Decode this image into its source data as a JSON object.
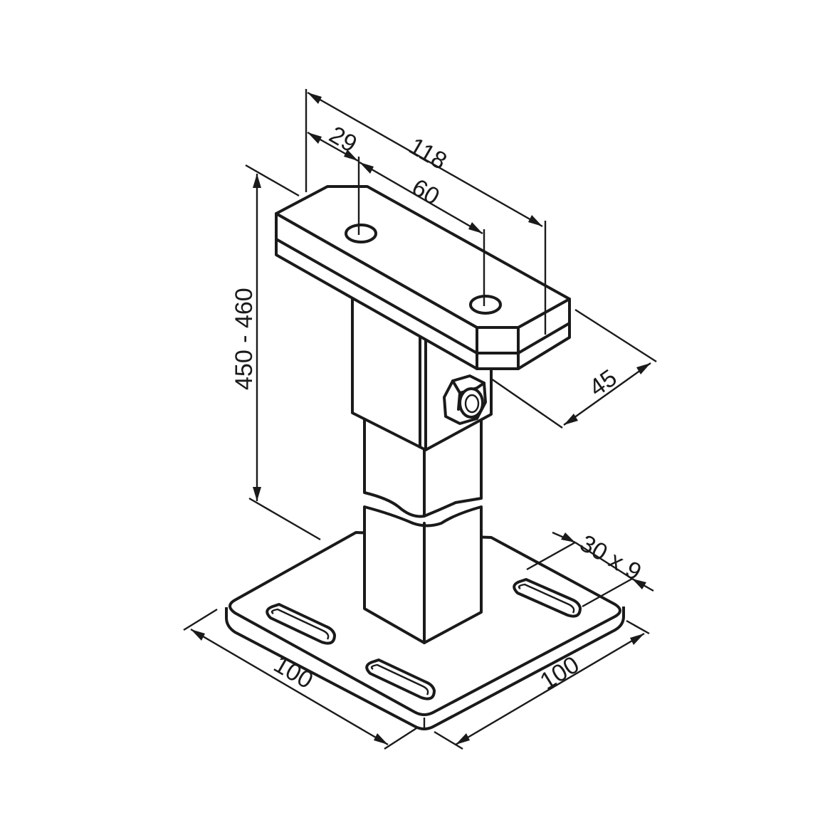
{
  "drawing": {
    "subject": "Adjustable post base / pedestal support",
    "line_color": "#1a1a1a",
    "background": "#ffffff"
  },
  "dimensions": {
    "top_plate_length": "118",
    "top_hole_edge_offset": "29",
    "top_hole_spacing": "60",
    "top_plate_width": "45",
    "overall_height": "450 - 460",
    "slot_size": "30 x 9",
    "base_plate_left": "100",
    "base_plate_right": "100"
  },
  "components": [
    {
      "name": "top-plate",
      "holes": 2
    },
    {
      "name": "upper-square-tube"
    },
    {
      "name": "locking-nut"
    },
    {
      "name": "lower-square-tube"
    },
    {
      "name": "base-plate",
      "slots": 3
    }
  ]
}
